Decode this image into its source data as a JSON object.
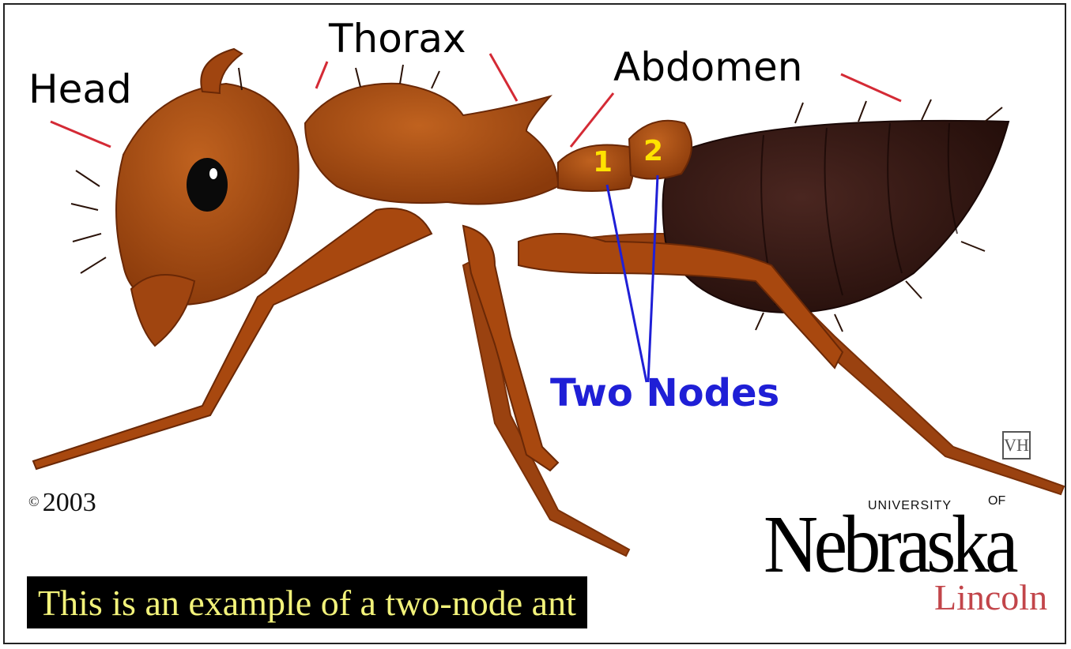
{
  "labels": {
    "head": "Head",
    "thorax": "Thorax",
    "abdomen": "Abdomen",
    "two_nodes": "Two Nodes",
    "node_1": "1",
    "node_2": "2"
  },
  "copyright": "2003",
  "caption": "This is an example of a two-node ant",
  "logo": {
    "university": "UNIVERSITY",
    "of": "OF",
    "name": "Nebraska",
    "city": "Lincoln"
  },
  "artist_mark": "VH",
  "colors": {
    "ant_body": "#a8480f",
    "ant_abdomen": "#3a1a14",
    "leader_lines": "#d42a35",
    "node_leaders": "#1f1fd6",
    "node_numbers": "#ffe300",
    "caption_bg": "#000000",
    "caption_text": "#f2f27a",
    "lincoln": "#c2454a"
  }
}
